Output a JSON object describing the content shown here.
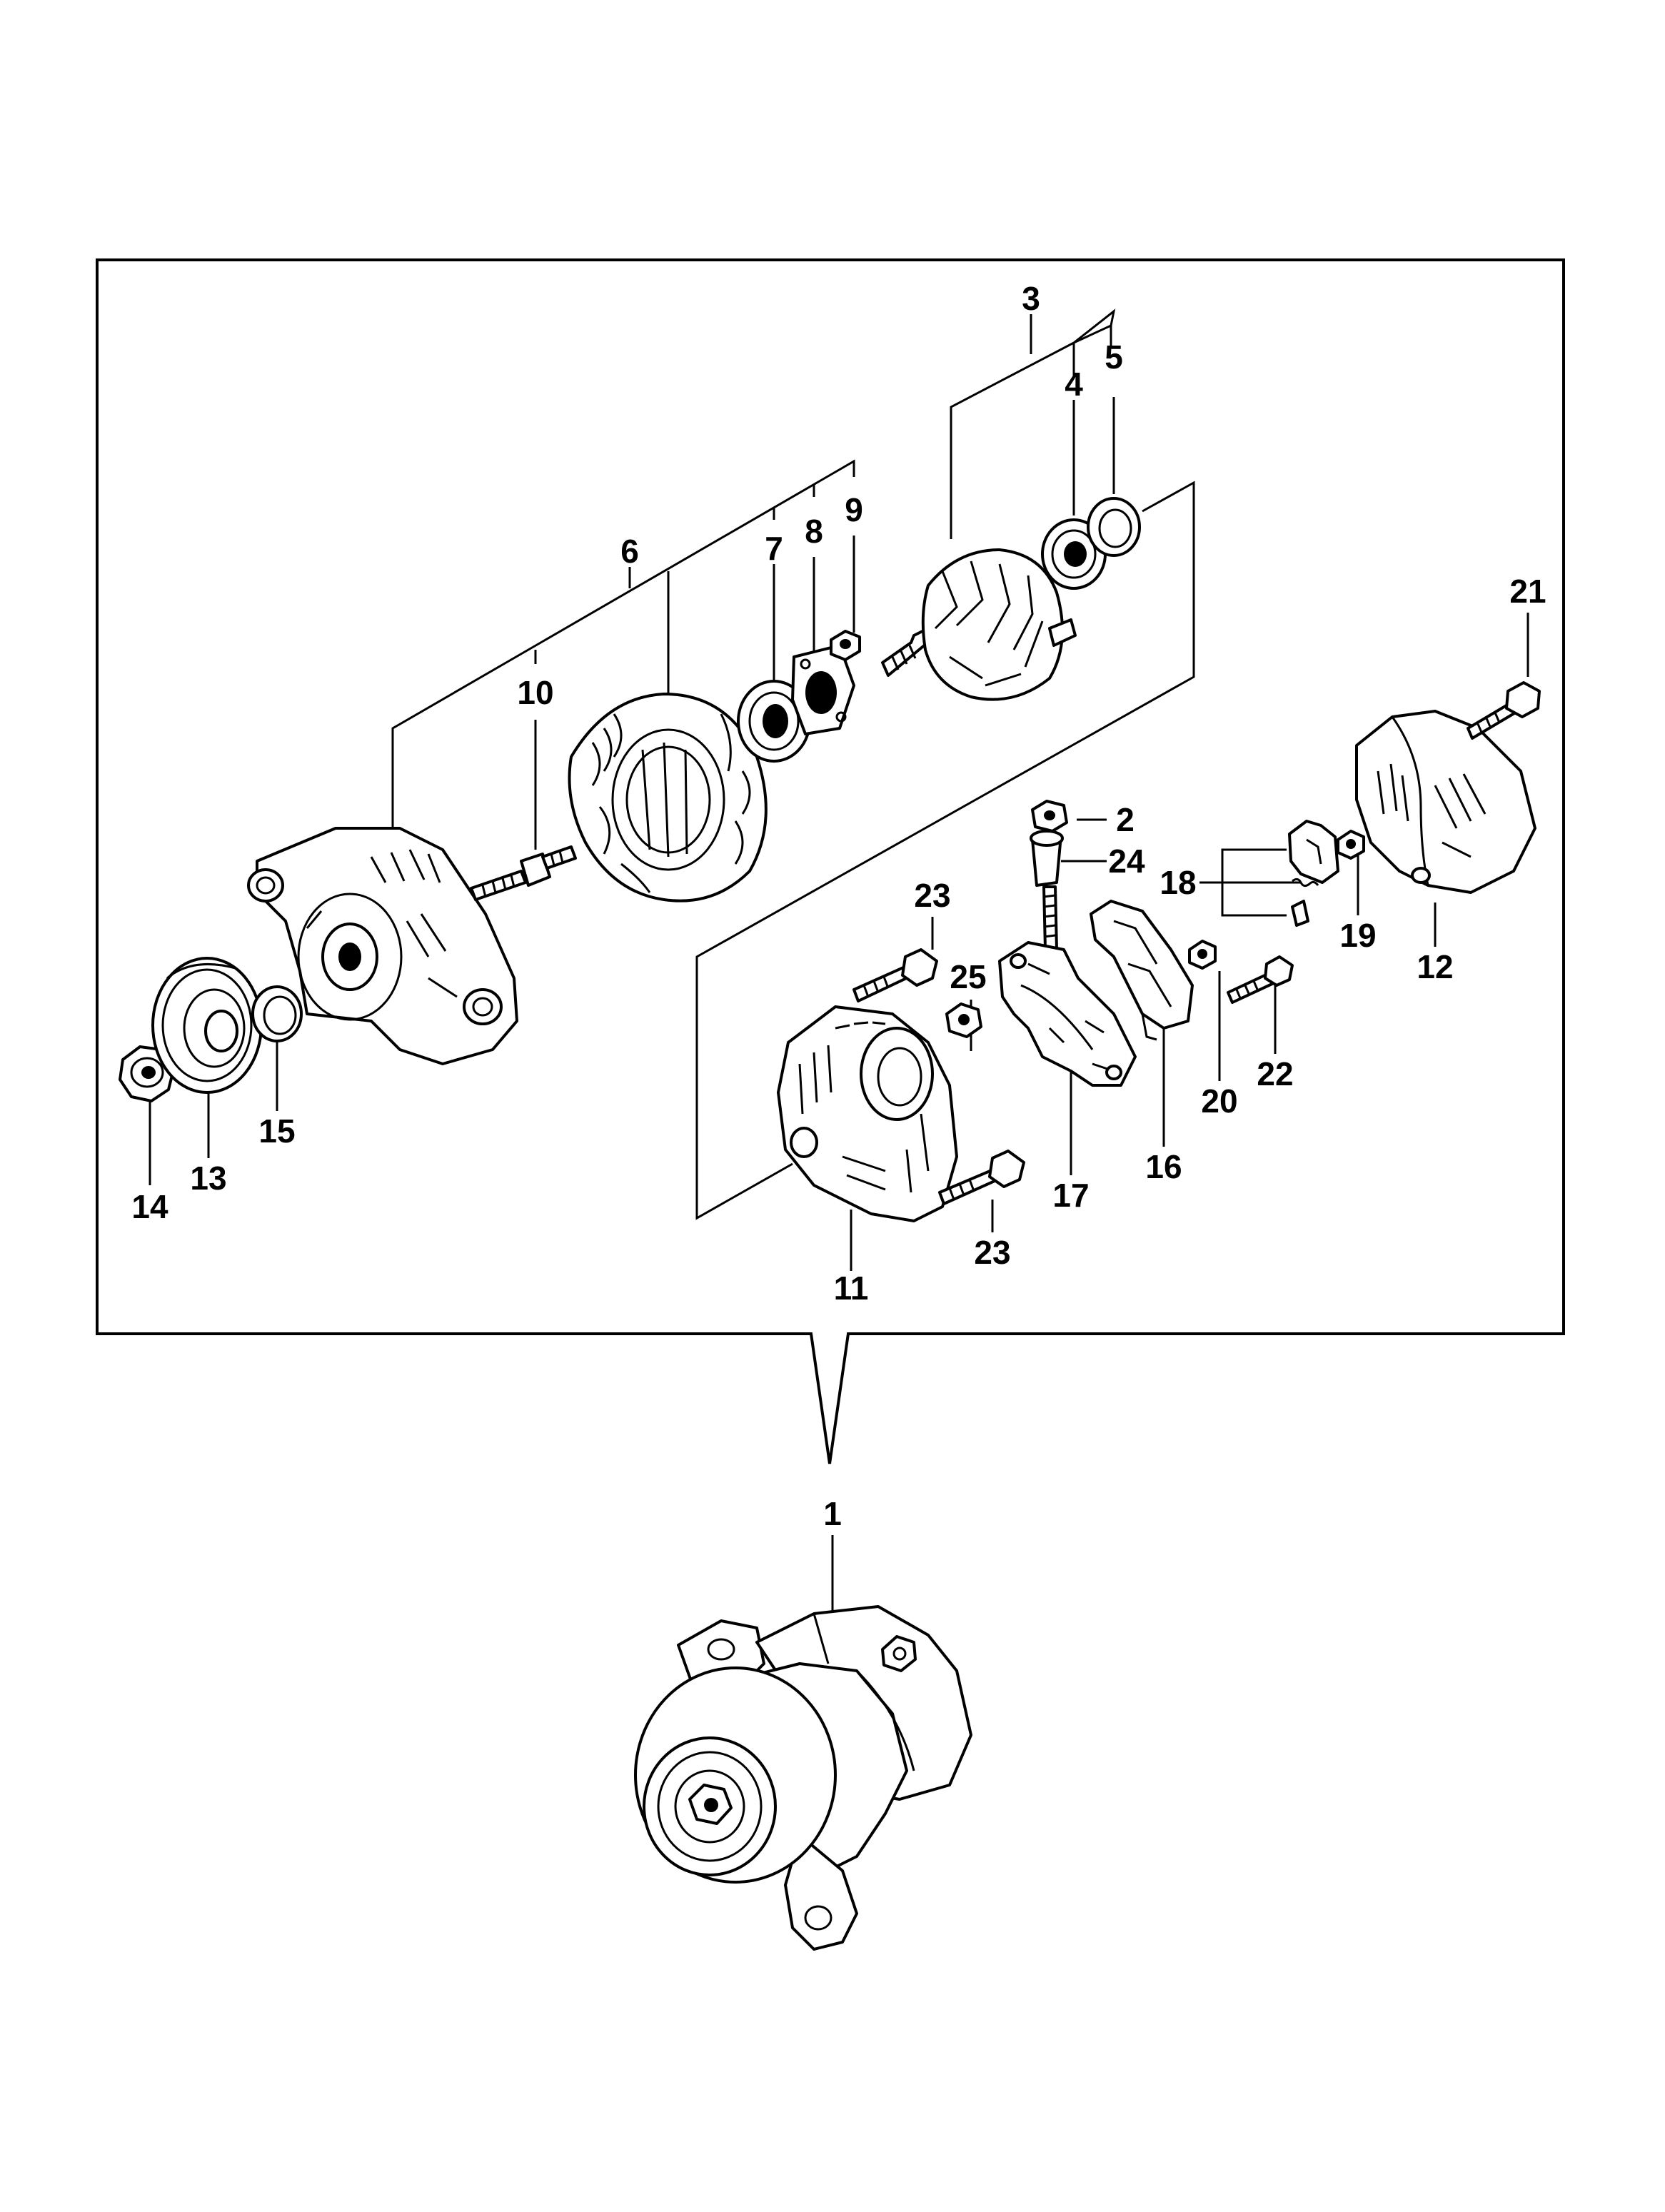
{
  "diagram": {
    "callouts": [
      {
        "id": "c1",
        "label": "1"
      },
      {
        "id": "c2",
        "label": "2"
      },
      {
        "id": "c3",
        "label": "3"
      },
      {
        "id": "c4",
        "label": "4"
      },
      {
        "id": "c5",
        "label": "5"
      },
      {
        "id": "c6",
        "label": "6"
      },
      {
        "id": "c7",
        "label": "7"
      },
      {
        "id": "c8",
        "label": "8"
      },
      {
        "id": "c9",
        "label": "9"
      },
      {
        "id": "c10",
        "label": "10"
      },
      {
        "id": "c11",
        "label": "11"
      },
      {
        "id": "c12",
        "label": "12"
      },
      {
        "id": "c13",
        "label": "13"
      },
      {
        "id": "c14",
        "label": "14"
      },
      {
        "id": "c15",
        "label": "15"
      },
      {
        "id": "c16",
        "label": "16"
      },
      {
        "id": "c17",
        "label": "17"
      },
      {
        "id": "c18",
        "label": "18"
      },
      {
        "id": "c19",
        "label": "19"
      },
      {
        "id": "c20",
        "label": "20"
      },
      {
        "id": "c21",
        "label": "21"
      },
      {
        "id": "c22",
        "label": "22"
      },
      {
        "id": "c23a",
        "label": "23"
      },
      {
        "id": "c23b",
        "label": "23"
      },
      {
        "id": "c24",
        "label": "24"
      },
      {
        "id": "c25",
        "label": "25"
      }
    ]
  }
}
